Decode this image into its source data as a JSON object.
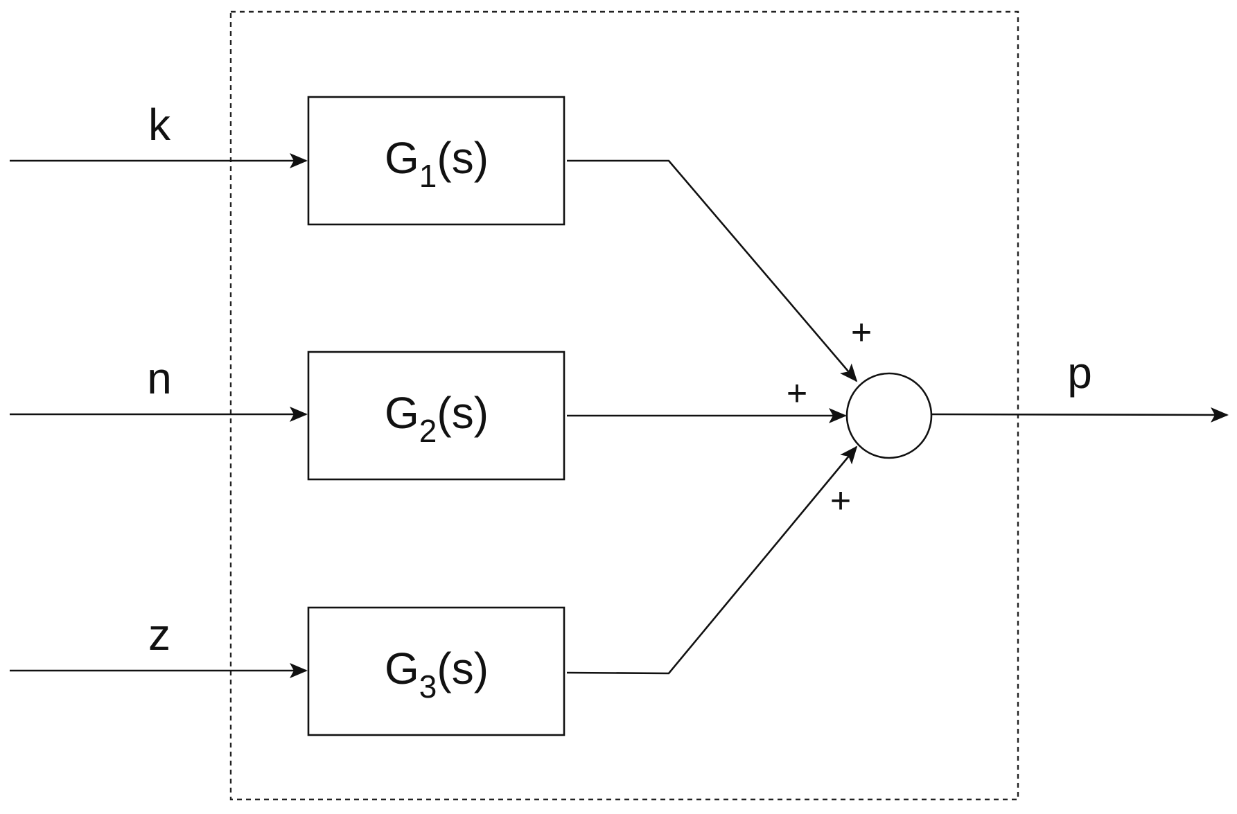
{
  "inputs": {
    "k": "k",
    "n": "n",
    "z": "z"
  },
  "output": {
    "p": "p"
  },
  "blocks": [
    {
      "name": "G",
      "subscript": "1",
      "suffix": "(s)"
    },
    {
      "name": "G",
      "subscript": "2",
      "suffix": "(s)"
    },
    {
      "name": "G",
      "subscript": "3",
      "suffix": "(s)"
    }
  ],
  "summing_junction": {
    "signs": [
      "+",
      "+",
      "+"
    ]
  },
  "colors": {
    "stroke": "#111111",
    "background": "#ffffff"
  }
}
